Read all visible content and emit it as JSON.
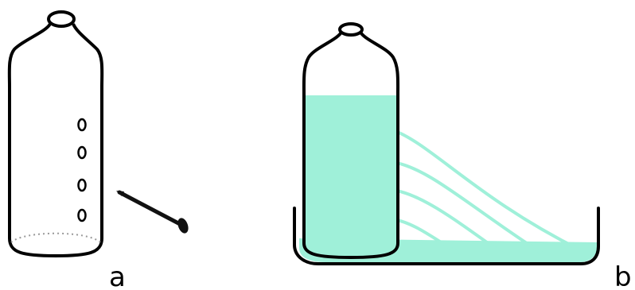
{
  "figure": {
    "panels": [
      {
        "label": "a",
        "holes": 4
      },
      {
        "label": "b",
        "holes": 4
      }
    ],
    "colors": {
      "outline": "#000000",
      "water": "#9ff0d9",
      "nail": "#111111",
      "base_dots": "#999999"
    },
    "icons": [
      "bottle-with-holes-icon",
      "nail-icon",
      "bottle-with-water-icon",
      "water-tray-icon"
    ]
  }
}
